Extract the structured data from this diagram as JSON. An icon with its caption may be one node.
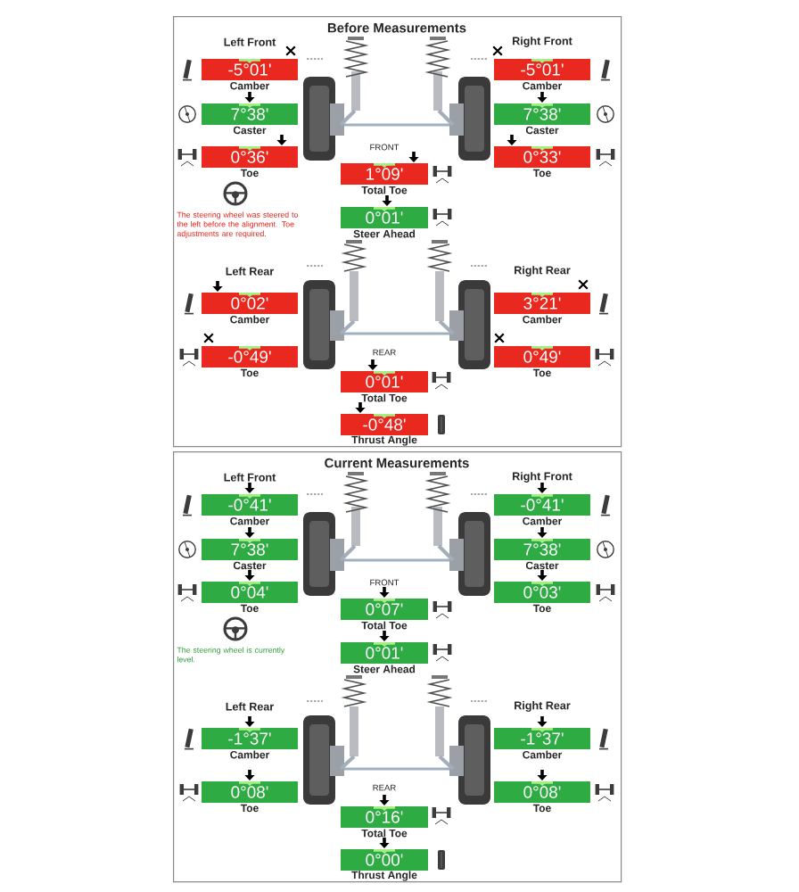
{
  "diagram": {
    "nodes": [
      {
        "text": [
          "Before Measurements"
        ]
      },
      {
        "text": [
          "-5°01'"
        ],
        "beside": [
          "Camber"
        ],
        "in": 0
      },
      {
        "text": [
          "7°38'"
        ],
        "beside": [
          "Caster"
        ],
        "in": 0
      },
      {
        "text": [
          "0°36'"
        ],
        "beside": [
          "Toe"
        ],
        "in": 0
      },
      {
        "text": [
          "-5°01'"
        ],
        "beside": [
          "Camber"
        ],
        "in": 0
      },
      {
        "text": [
          "7°38'"
        ],
        "beside": [
          "Caster"
        ],
        "in": 0
      },
      {
        "text": [
          "0°33'"
        ],
        "beside": [
          "Toe"
        ],
        "in": 0
      },
      {
        "text": [
          "1°09'"
        ],
        "beside": [
          "Total Toe"
        ],
        "in": 0
      },
      {
        "text": [
          "0°01'"
        ],
        "beside": [
          "Steer Ahead"
        ],
        "in": 0
      },
      {
        "text": [
          "0°02'"
        ],
        "beside": [
          "Camber"
        ],
        "in": 0
      },
      {
        "text": [
          "-0°49'"
        ],
        "beside": [
          "Toe"
        ],
        "in": 0
      },
      {
        "text": [
          "3°21'"
        ],
        "beside": [
          "Camber"
        ],
        "in": 0
      },
      {
        "text": [
          "0°49'"
        ],
        "beside": [
          "Toe"
        ],
        "in": 0
      },
      {
        "text": [
          "0°01'"
        ],
        "beside": [
          "Total Toe"
        ],
        "in": 0
      },
      {
        "text": [
          "-0°48'"
        ],
        "beside": [
          "Thrust Angle"
        ],
        "in": 0
      },
      {
        "text": [
          "Current Measurements"
        ]
      },
      {
        "text": [
          "-0°41'"
        ],
        "beside": [
          "Camber"
        ],
        "in": 15
      },
      {
        "text": [
          "7°38'"
        ],
        "beside": [
          "Caster"
        ],
        "in": 15
      },
      {
        "text": [
          "0°04'"
        ],
        "beside": [
          "Toe"
        ],
        "in": 15
      },
      {
        "text": [
          "-0°41'"
        ],
        "beside": [
          "Camber"
        ],
        "in": 15
      },
      {
        "text": [
          "7°38'"
        ],
        "beside": [
          "Caster"
        ],
        "in": 15
      },
      {
        "text": [
          "0°03'"
        ],
        "beside": [
          "Toe"
        ],
        "in": 15
      },
      {
        "text": [
          "0°07'"
        ],
        "beside": [
          "Total Toe"
        ],
        "in": 15
      },
      {
        "text": [
          "0°01'"
        ],
        "beside": [
          "Steer Ahead"
        ],
        "in": 15
      },
      {
        "text": [
          "-1°37'"
        ],
        "beside": [
          "Camber"
        ],
        "in": 15
      },
      {
        "text": [
          "0°08'"
        ],
        "beside": [
          "Toe"
        ],
        "in": 15
      },
      {
        "text": [
          "-1°37'"
        ],
        "beside": [
          "Camber"
        ],
        "in": 15
      },
      {
        "text": [
          "0°08'"
        ],
        "beside": [
          "Toe"
        ],
        "in": 15
      },
      {
        "text": [
          "0°16'"
        ],
        "beside": [
          "Total Toe"
        ],
        "in": 15
      },
      {
        "text": [
          "0°00'"
        ],
        "beside": [
          "Thrust Angle"
        ],
        "in": 15
      }
    ],
    "labels": [
      "Left Front",
      "Right Front",
      "FRONT",
      "The steering wheel was steered to the left before the alignment. Toe adjustments are required.",
      "Left Rear",
      "Right Rear",
      "REAR",
      "Left Front",
      "Right Front",
      "FRONT",
      "The steering wheel is currently level.",
      "Left Rear",
      "Right Rear",
      "REAR"
    ]
  }
}
